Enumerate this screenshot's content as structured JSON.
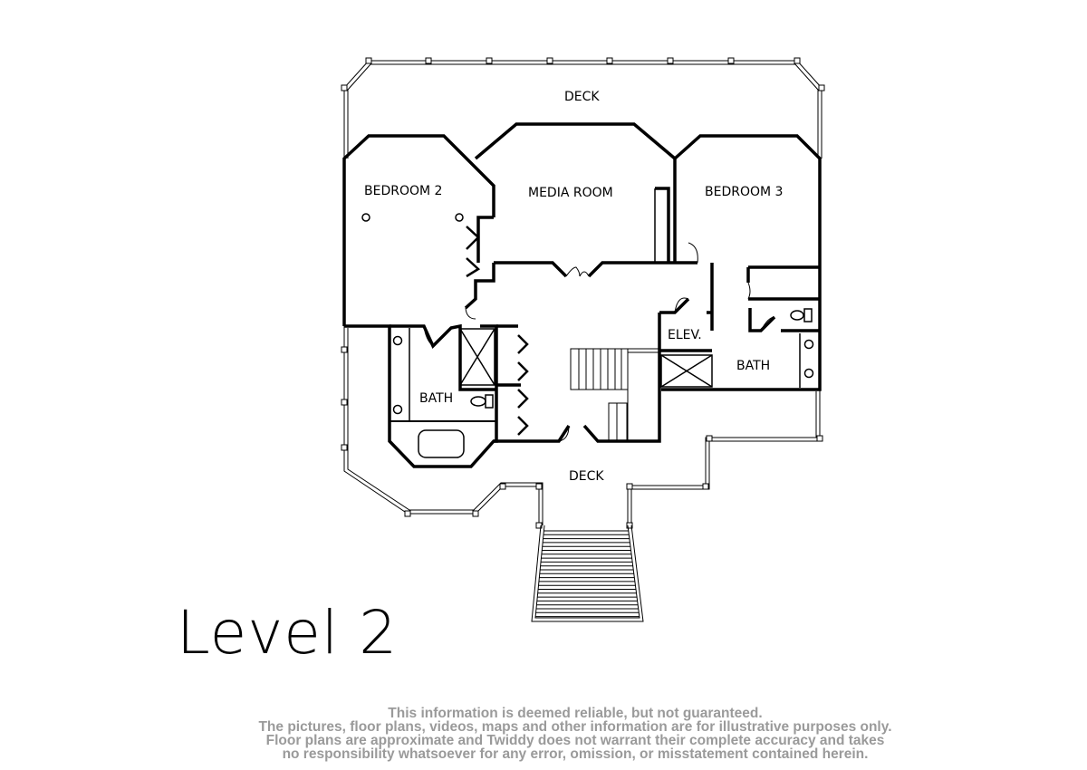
{
  "plan": {
    "rooms": {
      "deck_top": "DECK",
      "bedroom2": "BEDROOM 2",
      "media_room": "MEDIA ROOM",
      "bedroom3": "BEDROOM 3",
      "elevator": "ELEV.",
      "bath_right": "BATH",
      "bath_left": "BATH",
      "deck_bottom": "DECK"
    }
  },
  "title": "Level 2",
  "disclaimer": [
    "This information is deemed reliable, but not guaranteed.",
    "The pictures, floor plans, videos, maps and other information are for illustrative purposes only.",
    "Floor plans are approximate and Twiddy does not warrant their complete accuracy and takes",
    "no responsibility whatsoever for any error, omission, or misstatement contained herein."
  ],
  "colors": {
    "wall": "#000000",
    "disclaimer": "#9a9a9a"
  }
}
